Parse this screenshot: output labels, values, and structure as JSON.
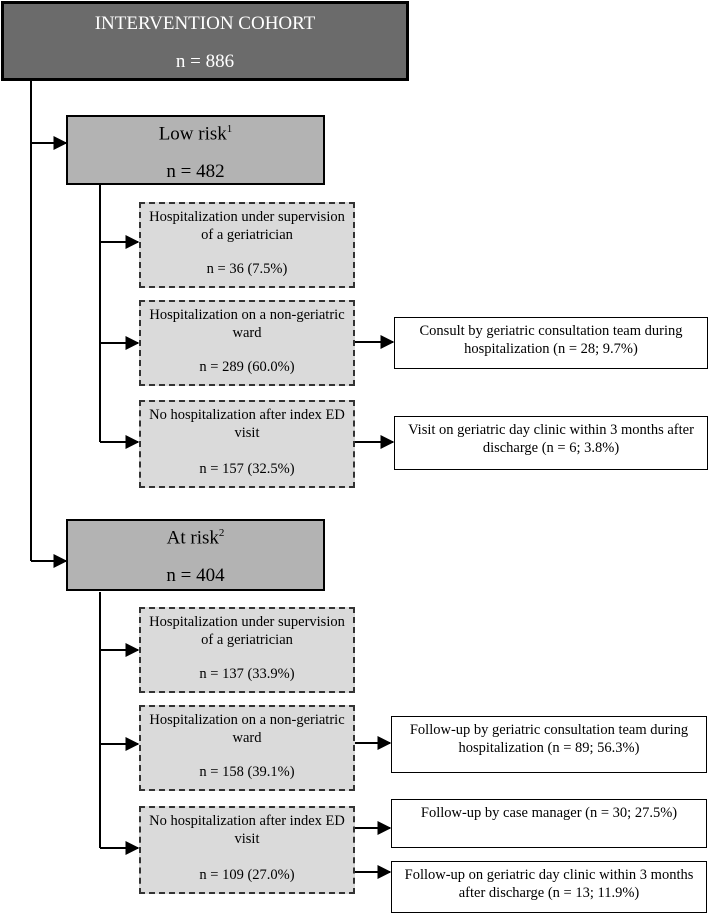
{
  "cohort": {
    "title": "INTERVENTION COHORT",
    "n": "n = 886"
  },
  "groups": [
    {
      "title": "Low risk",
      "sup": "1",
      "n": "n = 482",
      "categories": [
        {
          "title": "Hospitalization under supervision of a geriatrician",
          "n": "n = 36 (7.5%)"
        },
        {
          "title": "Hospitalization on a non-geriatric ward",
          "n": "n = 289 (60.0%)"
        },
        {
          "title": "No hospitalization after index ED visit",
          "n": "n = 157 (32.5%)"
        }
      ],
      "outcomes": [
        "Consult by geriatric consultation team during hospitalization (n = 28; 9.7%)",
        "Visit on geriatric day clinic within 3 months after discharge (n = 6; 3.8%)"
      ]
    },
    {
      "title": "At risk",
      "sup": "2",
      "n": "n = 404",
      "categories": [
        {
          "title": "Hospitalization under supervision of a geriatrician",
          "n": "n = 137 (33.9%)"
        },
        {
          "title": "Hospitalization on a non-geriatric ward",
          "n": "n = 158 (39.1%)"
        },
        {
          "title": "No hospitalization after index ED visit",
          "n": "n = 109 (27.0%)"
        }
      ],
      "outcomes": [
        "Follow-up by geriatric consultation team during hospitalization (n = 89; 56.3%)",
        "Follow-up by case manager (n = 30; 27.5%)",
        "Follow-up on geriatric day clinic within 3 months after discharge (n = 13; 11.9%)"
      ]
    }
  ]
}
